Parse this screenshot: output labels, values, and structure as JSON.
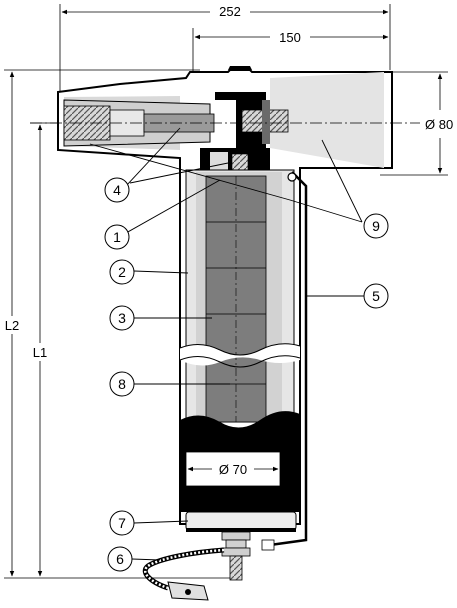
{
  "dimensions": {
    "overall_width": "252",
    "inner_width": "150",
    "bushing_diameter": "Ø 80",
    "body_diameter": "Ø 70",
    "length_total": "L2",
    "length_body": "L1"
  },
  "callouts": [
    {
      "id": "c1",
      "label": "1"
    },
    {
      "id": "c2",
      "label": "2"
    },
    {
      "id": "c3",
      "label": "3"
    },
    {
      "id": "c4",
      "label": "4"
    },
    {
      "id": "c5",
      "label": "5"
    },
    {
      "id": "c6",
      "label": "6"
    },
    {
      "id": "c7",
      "label": "7"
    },
    {
      "id": "c8",
      "label": "8"
    },
    {
      "id": "c9",
      "label": "9"
    }
  ],
  "colors": {
    "outline": "#000000",
    "housing": "#ffffff",
    "insulation_light": "#e6e6e6",
    "insulation_mid": "#c8c8c8",
    "block_dark": "#7a7a7a",
    "block_darker": "#5e5e5e",
    "black": "#000000"
  }
}
